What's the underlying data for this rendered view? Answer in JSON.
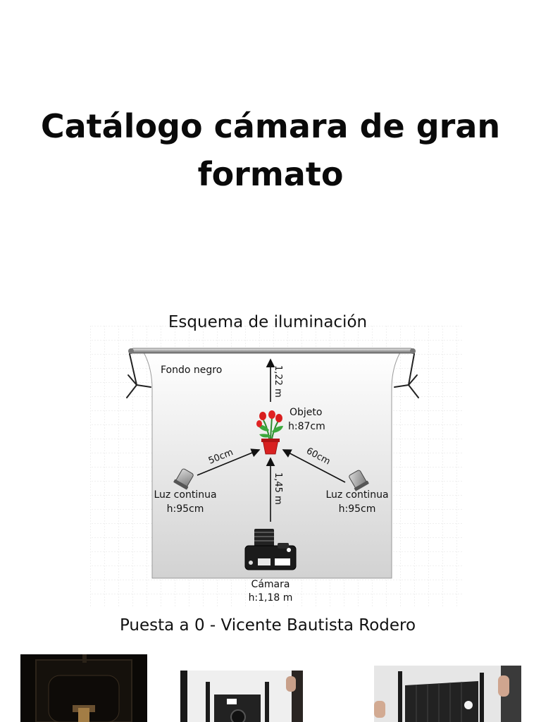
{
  "page": {
    "title": "Catálogo cámara de gran formato",
    "credit": "Puesta a 0 - Vicente Bautista Rodero"
  },
  "diagram": {
    "title": "Esquema de iluminación",
    "background_label": "Fondo negro",
    "object": {
      "name": "Objeto",
      "height": "h:87cm"
    },
    "light_left": {
      "name": "Luz continua",
      "height": "h:95cm"
    },
    "light_right": {
      "name": "Luz continua",
      "height": "h:95cm"
    },
    "camera": {
      "name": "Cámara",
      "height": "h:1,18 m"
    },
    "distances": {
      "background": "1,22 m",
      "camera": "1,45 m",
      "light_left": "50cm",
      "light_right": "60cm"
    }
  }
}
